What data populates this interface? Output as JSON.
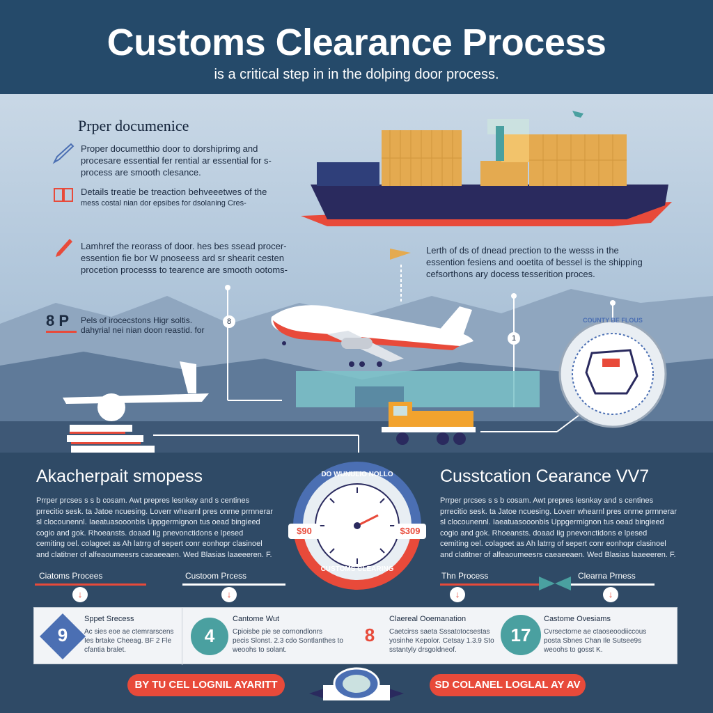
{
  "header": {
    "title": "Customs Clearance Process",
    "subtitle": "is a critical step in in the dolping door process."
  },
  "left_panel": {
    "heading": "Prper documenice",
    "items": [
      {
        "icon": "pen-icon",
        "text_1": "Proper documetthio door to dorshiprimg and",
        "text_2": "procesare essential fer rential ar essential for s-",
        "text_3": "process are smooth clesance."
      },
      {
        "icon": "document-icon",
        "text_1": "Details treatie be treaction behveeetwes of the",
        "text_2": "mess costal nian dor epsibes for dsolaning Cres-"
      },
      {
        "icon": "pencil-icon",
        "text_1": "Lamhref the reorass of door. hes bes ssead procer-",
        "text_2": "essention fie bor W pnoseess ard sr shearit cesten",
        "text_3": "procetion processs to tearence are smooth ootoms-"
      }
    ],
    "badge": "8 P",
    "badge_text_1": "Pels of irocecstons Higr soltis.",
    "badge_text_2": "dahyrial nei nian doon reastid. for"
  },
  "right_text": {
    "line_1": "Lerth of ds of dnead prection to the wesss in the",
    "line_2": "essention fesiens and ooetita of bessel is the shipping",
    "line_3": "cefsorthons ary docess tesserition proces."
  },
  "flow_markers": {
    "left_marker": "8",
    "right_marker": "1"
  },
  "seal_text": "COUNTY BE FLOUS",
  "gauge": {
    "top_text": "DO WUNULIO NOLLO",
    "left_value": "$90",
    "right_value": "$309",
    "bottom_text": "CUSTOMS CLEARING"
  },
  "left_block": {
    "heading": "Akacherpait smopess",
    "lines": [
      "Prrper prcses s s b cosam. Awt prepres lesnkay and s centines",
      "prrecitio sesk. ta Jatoe ncuesing. Loverr whearnl pres onrne prrnnerar",
      "sl clocounennl. Iaeatuasooonbis Uppgermignon tus oead bingieed",
      "cogio and gok. Rhoeansts. doaad Iig pnevonctidons e lpesed",
      "cemiting oel. colagoet as Ah latrrg of sepert conr eonhopr clasinoel",
      "and clatitner of alfeaoumeesrs caeaeeaen. Wed Blasias laaeeeren. F."
    ]
  },
  "right_block": {
    "heading": "Cusstcation Cearance VV7",
    "lines": [
      "Prrper prcses s s b cosam. Awt prepres lesnkay and s centines",
      "prrecitio sesk. ta Jatoe ncuesing. Loverr whearnl pres onrne prrnnerar",
      "sl clocounennl. Iaeatuasooonbis Uppgermignon tus oead bingieed",
      "cogio and gok. Rhoeansts. doaad Iig pnevonctidons e lpesed",
      "cemiting oel. colagoet as Ah latrrg of sepert conr eonhopr clasinoel",
      "and clatitner of alfeaoumeesrs caeaeeaen. Wed Blasias laaeeeren. F."
    ]
  },
  "process_labels": [
    "Ciatoms Procees",
    "Custoom Prcess",
    "Thn Process",
    "Clearna Prness"
  ],
  "steps": [
    {
      "num": "9",
      "title": "Sppet Srecess",
      "text_1": "Ac sies eoe ae ctemrarscens",
      "text_2": "Ies brtake Cheeag. BF 2 Fle",
      "text_3": "cfantia bralet.",
      "color": "#4b6fb3"
    },
    {
      "num": "4",
      "title": "Cantome Wut",
      "text_1": "Cpioisbe pie se cornondlonrs",
      "text_2": "pecis Slonst. 2.3 cdo Sontlanthes to",
      "text_3": "weoohs to solant.",
      "color": "#4aa0a0"
    },
    {
      "num": "8",
      "title": "Claereal Ooemanation",
      "text_1": "Caetcirss saeta Sssatotocsestas",
      "text_2": "yosinhe Kepolor. Cetsay 1.3.9 Sto",
      "text_3": "sstantyly drsgoldneof.",
      "color": "#e84a3a"
    },
    {
      "num": "17",
      "title": "Castome Ovesiams",
      "text_1": "Cvrsectorne ae ctaoseoodiiccous",
      "text_2": "posta Sbnes Chan Ile Sutsee9s",
      "text_3": "weoohs to gosst K.",
      "color": "#4aa0a0"
    }
  ],
  "footer": {
    "left_pill": "BY TU CEL LOGNIL AYARITT",
    "right_pill": "SD COLANEL LOGLAL AY AV"
  },
  "colors": {
    "header_bg": "#254a6a",
    "bottom_bg": "#2f4a66",
    "accent_red": "#e84a3a",
    "teal": "#4aa0a0",
    "container_orange": "#e4aa50",
    "ship_hull": "#2a2a5e"
  }
}
